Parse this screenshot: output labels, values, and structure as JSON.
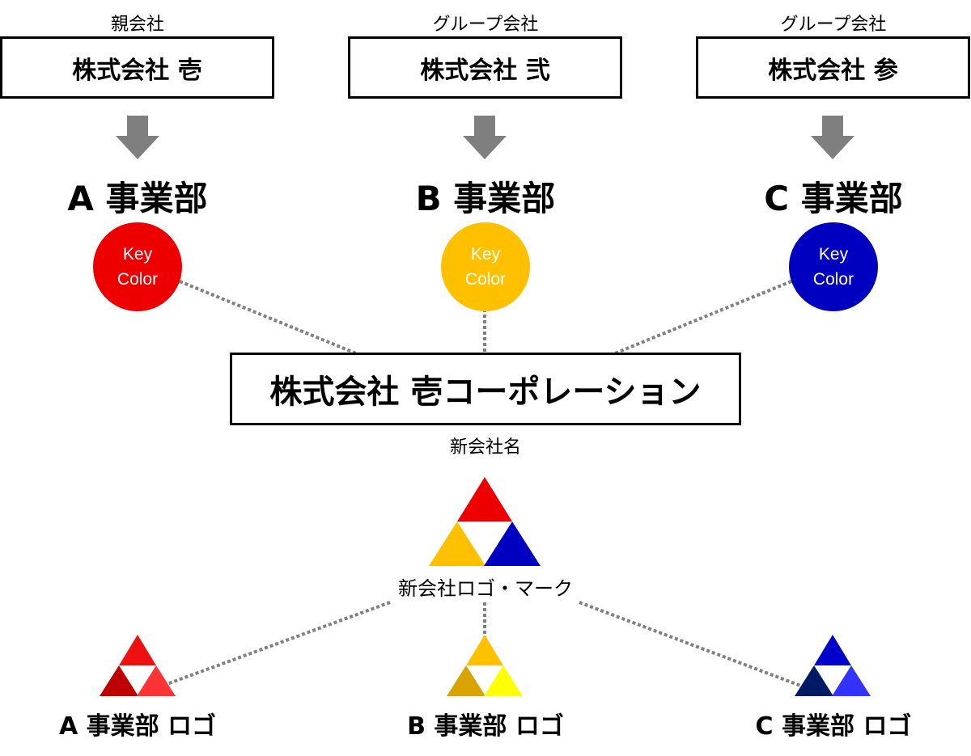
{
  "parents": [
    {
      "role": "親会社",
      "company": "株式会社 壱",
      "division": "A 事業部",
      "key_color": "#ee0000"
    },
    {
      "role": "グループ会社",
      "company": "株式会社 弐",
      "division": "B 事業部",
      "key_color": "#ffc000"
    },
    {
      "role": "グループ会社",
      "company": "株式会社 参",
      "division": "C 事業部",
      "key_color": "#0000c0"
    }
  ],
  "key_color_text": [
    "Key",
    "Color"
  ],
  "new_company": {
    "name": "株式会社 壱コーポレーション",
    "caption": "新会社名"
  },
  "new_logo": {
    "caption": "新会社ロゴ・マーク",
    "colors": {
      "top": "#ee0000",
      "left": "#ffc000",
      "right": "#0000c0"
    }
  },
  "division_logos": [
    {
      "label": "A 事業部 ロゴ",
      "colors": {
        "top": "#ee1111",
        "left": "#c00000",
        "right": "#ff3333"
      }
    },
    {
      "label": "B 事業部 ロゴ",
      "colors": {
        "top": "#ffc000",
        "left": "#d9a300",
        "right": "#ffff00"
      }
    },
    {
      "label": "C 事業部 ロゴ",
      "colors": {
        "top": "#0000cc",
        "left": "#001a66",
        "right": "#3333ff"
      }
    }
  ],
  "colors": {
    "arrow": "#7f7f7f",
    "connector": "#808080"
  }
}
